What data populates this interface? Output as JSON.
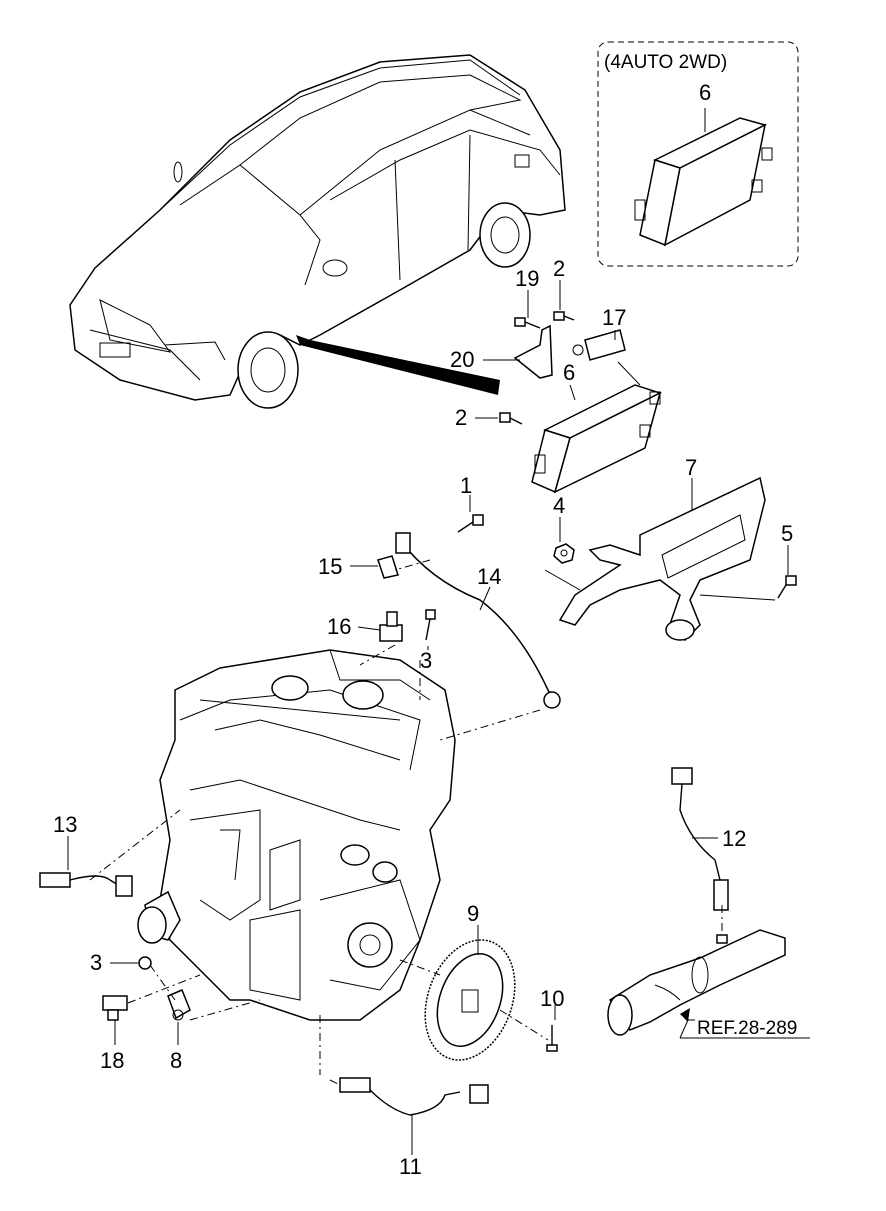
{
  "variant_box": {
    "title": "(4AUTO 2WD)",
    "part_number": "6"
  },
  "callouts": [
    "1",
    "2",
    "2",
    "3",
    "3",
    "4",
    "5",
    "6",
    "7",
    "8",
    "9",
    "10",
    "11",
    "12",
    "13",
    "14",
    "15",
    "16",
    "17",
    "18",
    "19",
    "20"
  ],
  "reference": "REF.28-289"
}
